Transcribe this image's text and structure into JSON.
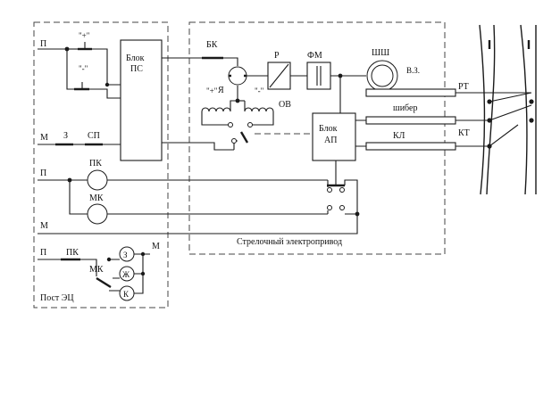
{
  "diagram": {
    "terminals": {
      "p_top": "П",
      "m_top": "М",
      "p_mid": "П",
      "m_mid": "М",
      "p_bottom": "П",
      "m_bottom": "М"
    },
    "contacts": {
      "plus": "\"+\"",
      "minus": "\"-\"",
      "z": "З",
      "sp": "СП",
      "bk": "БК",
      "pk_post": "ПК",
      "mk_post": "МК"
    },
    "blocks": {
      "ps_line1": "Блок",
      "ps_line2": "ПС",
      "ap_line1": "Блок",
      "ap_line2": "АП",
      "r": "Р",
      "fm": "ФМ",
      "shsh": "ШШ",
      "vz": "В.З."
    },
    "motor": {
      "armature": "Я",
      "field_plus": "\"+\"",
      "field_minus": "\"-\"",
      "field_winding": "ОВ"
    },
    "relays": {
      "pk": "ПК",
      "mk": "МК"
    },
    "rods": {
      "rt": "РТ",
      "shiber": "шибер",
      "kl": "КЛ",
      "kt": "КТ"
    },
    "lamps": {
      "z": "З",
      "zh": "Ж",
      "k": "К"
    },
    "frames": {
      "drive": "Стрелочный электропривод",
      "post": "Пост ЭЦ"
    }
  }
}
